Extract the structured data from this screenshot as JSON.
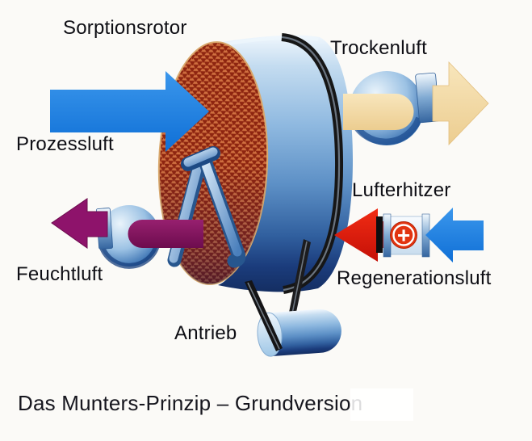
{
  "labels": {
    "sorptionsrotor": "Sorptionsrotor",
    "trockenluft": "Trockenluft",
    "prozessluft": "Prozessluft",
    "lufterhitzer": "Lufterhitzer",
    "feuchtluft": "Feuchtluft",
    "regenerationsluft": "Regenerationsluft",
    "antrieb": "Antrieb"
  },
  "caption": "Das Munters-Prinzip – Grundversion",
  "heater": {
    "symbol": "+"
  },
  "icons": {
    "heater_plus": "plus-in-red-circle-icon"
  },
  "colors": {
    "process_air_blue": "#1a80e0",
    "dry_air_tan": "#f2d7a0",
    "humid_air_purple": "#8e136b",
    "heated_air_red": "#e6190f",
    "regeneration_air_blue": "#1879dd",
    "rotor_face_orange": "#c05a33",
    "drum_blue": "#7fb0d8",
    "belt_black": "#1d1d1d",
    "heater_plus_red": "#e23410"
  }
}
